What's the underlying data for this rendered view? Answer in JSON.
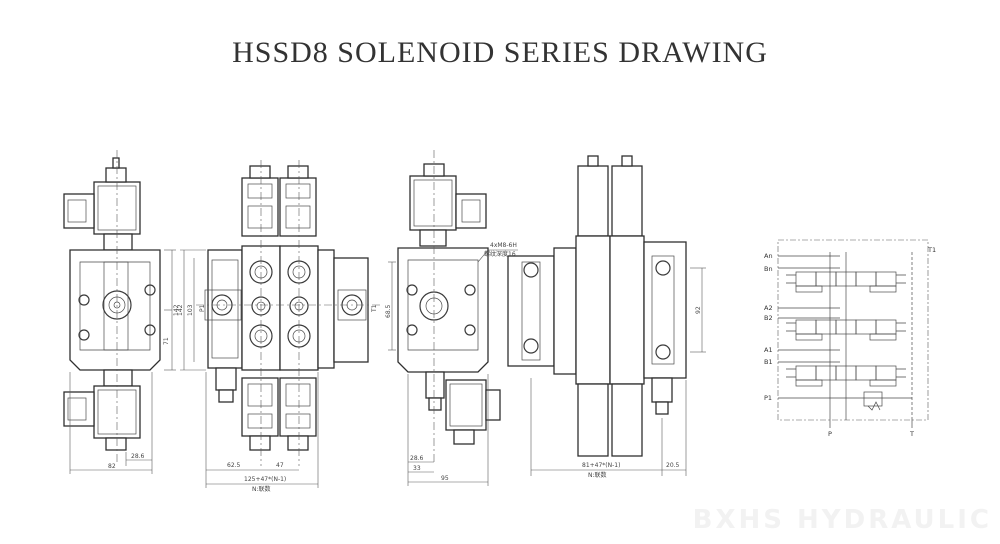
{
  "title": "HSSD8 SOLENOID SERIES DRAWING",
  "watermark": "BXHS HYDRAULIC",
  "view_side_left": {
    "dims": {
      "width_bottom": "82",
      "offset_bottom": "28.6",
      "height_mid": "71",
      "height_total": "142"
    }
  },
  "view_front": {
    "dims": {
      "left_offset": "62.5",
      "pitch": "47",
      "overall": "125+47*(N-1)",
      "overall_note": "N:联数",
      "port_t": "T1",
      "port_p": "P1",
      "height_a": "142",
      "height_b": "103"
    }
  },
  "view_side_right": {
    "dims": {
      "bottom_a": "28.6",
      "bottom_b": "33",
      "bottom_total": "95",
      "height": "68.5",
      "note_line1": "4xM8-6H",
      "note_line2": "螺纹深度16"
    }
  },
  "view_top": {
    "dims": {
      "overall": "81+47*(N-1)",
      "overall_note": "N:联数",
      "right_offset": "20.5",
      "height": "92"
    }
  },
  "schematic": {
    "labels_left": [
      "An",
      "Bn",
      "A2",
      "B2",
      "A1",
      "B1",
      "P1"
    ],
    "label_top_right": "T1",
    "label_bottom_p": "P",
    "label_bottom_t": "T"
  }
}
